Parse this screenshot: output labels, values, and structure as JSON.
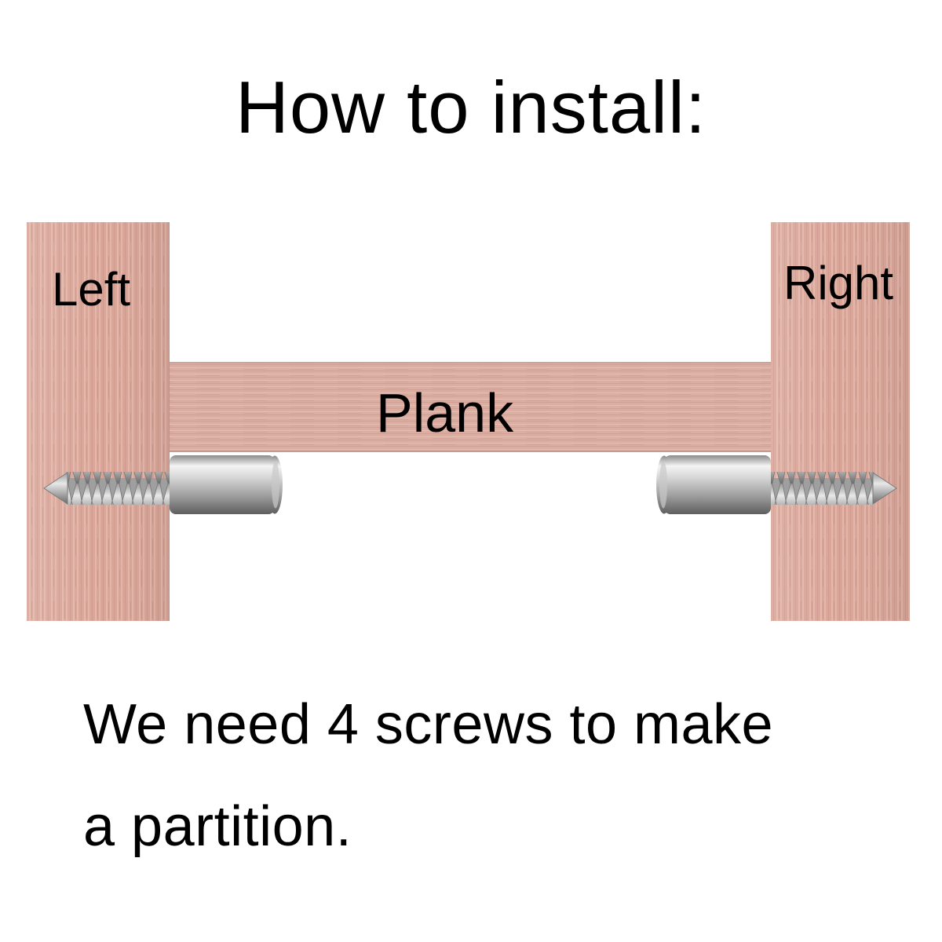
{
  "title": "How to install:",
  "diagram": {
    "left_board_label": "Left",
    "right_board_label": "Right",
    "plank_label": "Plank",
    "colors": {
      "wood_base": "#d9a598",
      "wood_light": "#e8bcb0",
      "wood_dark": "#c88e80",
      "metal_light": "#f2f2f2",
      "metal_mid": "#b8b8b8",
      "metal_dark": "#6e6e6e"
    },
    "icons": [
      "left-shelf-pin-screw-icon",
      "right-shelf-pin-screw-icon"
    ]
  },
  "caption": {
    "line1": "We need 4 screws to make",
    "line2": "a partition."
  }
}
